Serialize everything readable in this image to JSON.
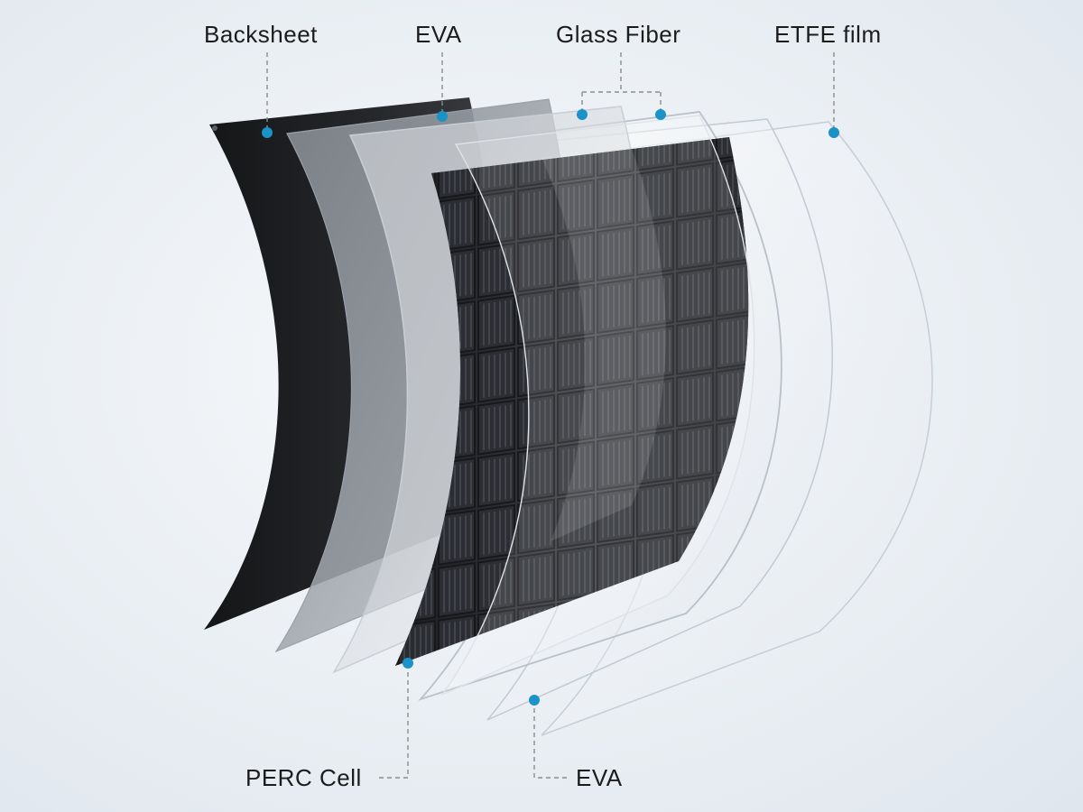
{
  "labels": {
    "backsheet": "Backsheet",
    "eva_top": "EVA",
    "glass_fiber": "Glass Fiber",
    "etfe_film": "ETFE film",
    "perc_cell": "PERC Cell",
    "eva_bottom": "EVA"
  },
  "colors": {
    "marker": "#1b93c8",
    "leader": "#8c8c8c",
    "backsheet": "#1d1e20",
    "cell": "#2b2d31"
  }
}
